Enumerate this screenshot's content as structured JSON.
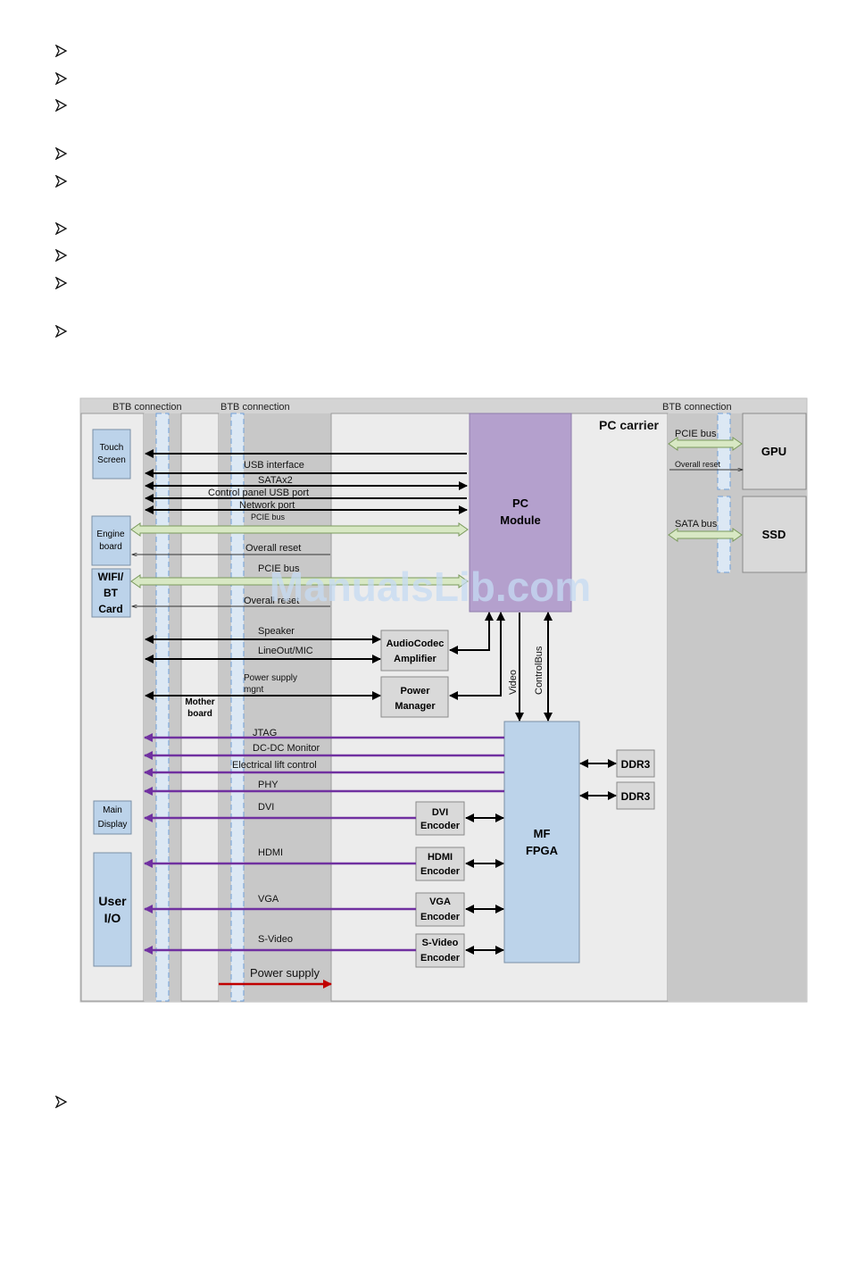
{
  "page": {
    "bullet_count": 10
  },
  "diagram": {
    "btb": [
      "BTB connection",
      "BTB connection",
      "BTB connection"
    ],
    "pc_carrier": "PC carrier",
    "touch_screen": [
      "Touch",
      "Screen"
    ],
    "engine_board": [
      "Engine",
      "board"
    ],
    "wifi_bt": [
      "WIFI/",
      "BT",
      "Card"
    ],
    "main_display": [
      "Main",
      "Display"
    ],
    "user_io": [
      "User",
      "I/O"
    ],
    "mother_board": [
      "Mother",
      "board"
    ],
    "pc_module": [
      "PC",
      "Module"
    ],
    "audiocodec": [
      "AudioCodec",
      "Amplifier"
    ],
    "power_manager": [
      "Power",
      "Manager"
    ],
    "mf_fpga": [
      "MF",
      "FPGA"
    ],
    "ddr3": [
      "DDR3",
      "DDR3"
    ],
    "gpu": "GPU",
    "ssd": "SSD",
    "encoders": [
      [
        "DVI",
        "Encoder"
      ],
      [
        "HDMI",
        "Encoder"
      ],
      [
        "VGA",
        "Encoder"
      ],
      [
        "S-Video",
        "Encoder"
      ]
    ],
    "labels": {
      "usb": "USB interface",
      "sata": "SATAx2",
      "cpusb": "Control panel USB port",
      "net": "Network port",
      "pcie1": "PCIE bus",
      "reset1": "Overall reset",
      "pcie2": "PCIE bus",
      "reset2": "Overall reset",
      "speaker": "Speaker",
      "lineout": "LineOut/MIC",
      "psm1": "Power supply",
      "psm2": "mgnt",
      "video": "Video",
      "ctrlbus": "ControlBus",
      "jtag": "JTAG",
      "dcdc": "DC-DC Monitor",
      "elift": "Electrical lift control",
      "phy": "PHY",
      "dvi": "DVI",
      "hdmi": "HDMI",
      "vga": "VGA",
      "svideo": "S-Video",
      "power": "Power supply",
      "gpu_pcie": "PCIE bus",
      "gpu_reset": "Overall reset",
      "ssd_sata": "SATA bus"
    },
    "watermark": "ManualsLib.com"
  }
}
